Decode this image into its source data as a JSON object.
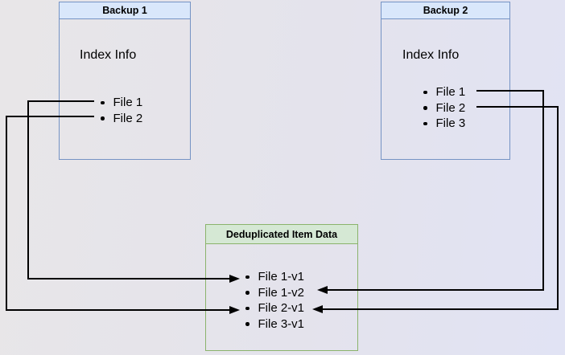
{
  "backup1": {
    "title": "Backup 1",
    "subtitle": "Index Info",
    "items": [
      "File 1",
      "File 2"
    ]
  },
  "backup2": {
    "title": "Backup 2",
    "subtitle": "Index Info",
    "items": [
      "File 1",
      "File 2",
      "File 3"
    ]
  },
  "dedup": {
    "title": "Deduplicated Item Data",
    "items": [
      "File 1-v1",
      "File 1-v2",
      "File 2-v1",
      "File 3-v1"
    ]
  },
  "connections": [
    {
      "from": "Backup 1 / File 1",
      "to": "Deduplicated Item Data / File 1-v1"
    },
    {
      "from": "Backup 1 / File 2",
      "to": "Deduplicated Item Data / File 2-v1"
    },
    {
      "from": "Backup 2 / File 1",
      "to": "Deduplicated Item Data / File 1-v2"
    },
    {
      "from": "Backup 2 / File 2",
      "to": "Deduplicated Item Data / File 2-v1"
    }
  ],
  "colors": {
    "blue_header_fill": "#d9e7fb",
    "blue_border": "#7593c4",
    "green_header_fill": "#d5e8d4",
    "green_border": "#8bb36c",
    "connector": "#000000",
    "background_left": "#e8e6e8",
    "background_right": "#e1e3f4"
  }
}
